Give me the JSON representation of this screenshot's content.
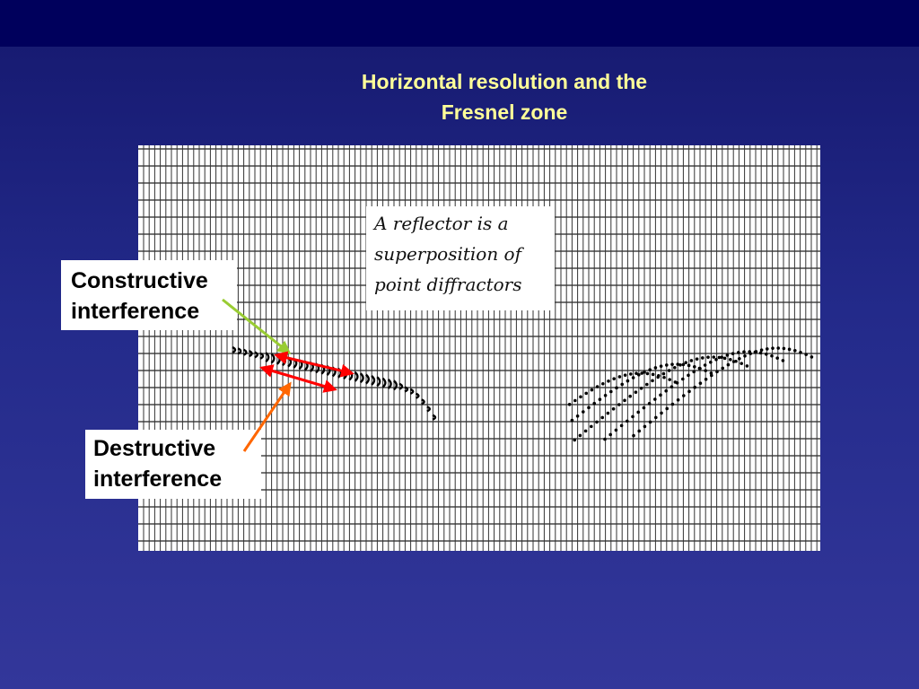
{
  "title": {
    "line1": "Horizontal resolution and the",
    "line2": "Fresnel zone"
  },
  "note": {
    "line1": "A reflector is a",
    "line2": "superposition of",
    "line3": "point diffractors"
  },
  "callouts": {
    "constructive": {
      "line1": "Constructive",
      "line2": "interference"
    },
    "destructive": {
      "line1": "Destructive",
      "line2": "interference"
    }
  },
  "colors": {
    "title_text": "#ffff99",
    "top_band": "#00005c",
    "background": "#232a8a",
    "constructive_pointer": "#99cc33",
    "destructive_pointer": "#ff6600",
    "span_arrows": "#ff0000"
  }
}
